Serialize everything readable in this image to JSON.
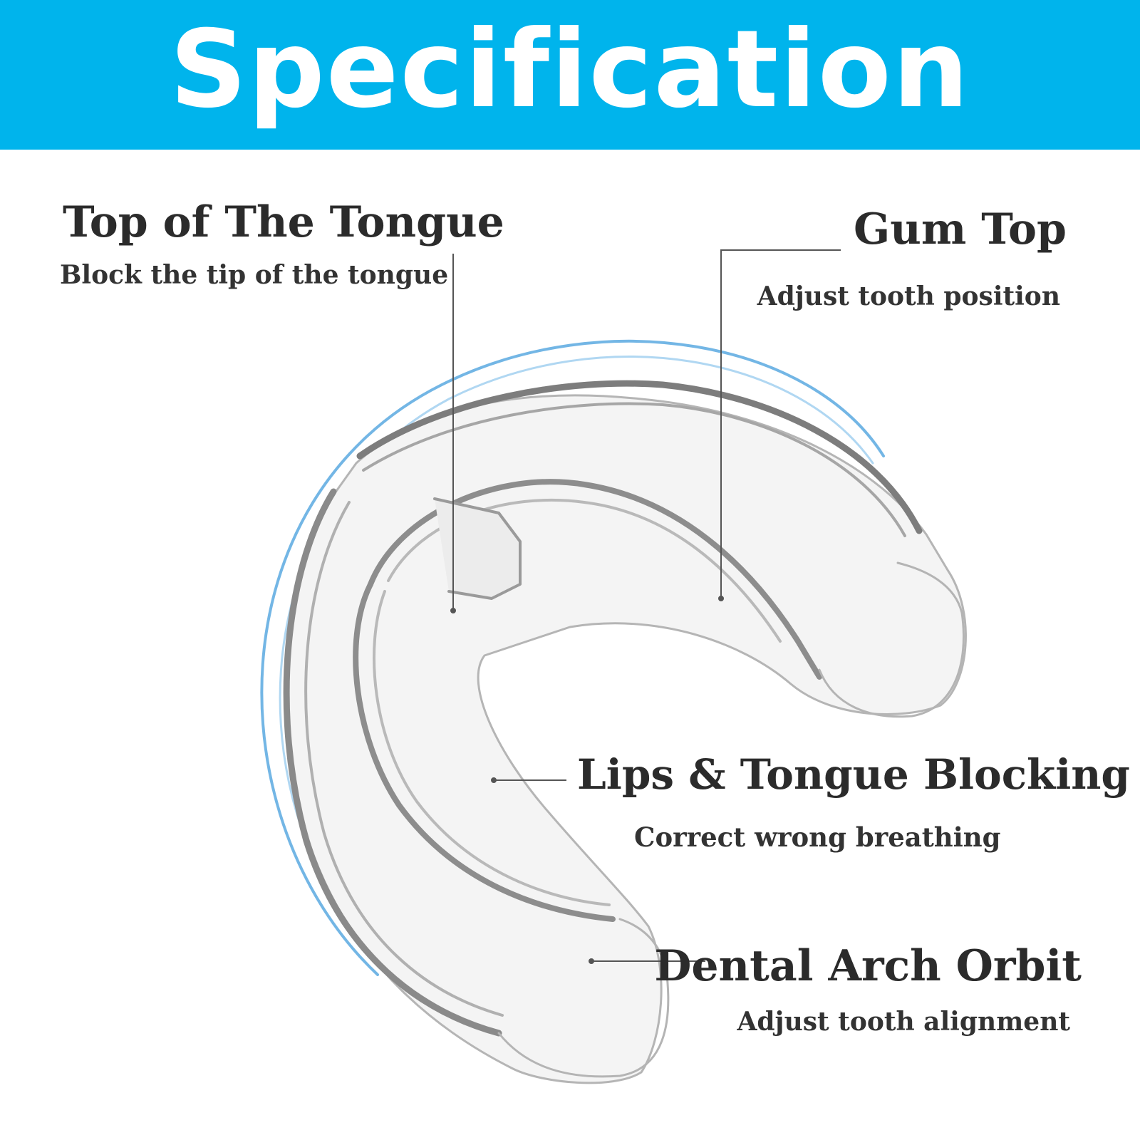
{
  "banner": {
    "title": "Specification",
    "color": "#00b4ec"
  },
  "callouts": [
    {
      "title": "Top of The Tongue",
      "description": "Block the tip of the tongue"
    },
    {
      "title": "Gum Top",
      "description": "Adjust tooth position"
    },
    {
      "title": "Lips & Tongue Blocking",
      "description": "Correct wrong breathing"
    },
    {
      "title": "Dental Arch Orbit",
      "description": "Adjust tooth alignment"
    }
  ],
  "illustration": {
    "subject": "clear orthodontic mouth guard",
    "outline_color": "#8a8a8a",
    "accent_arc_color": "#5aa9e0",
    "leader_line_color": "#555555"
  }
}
